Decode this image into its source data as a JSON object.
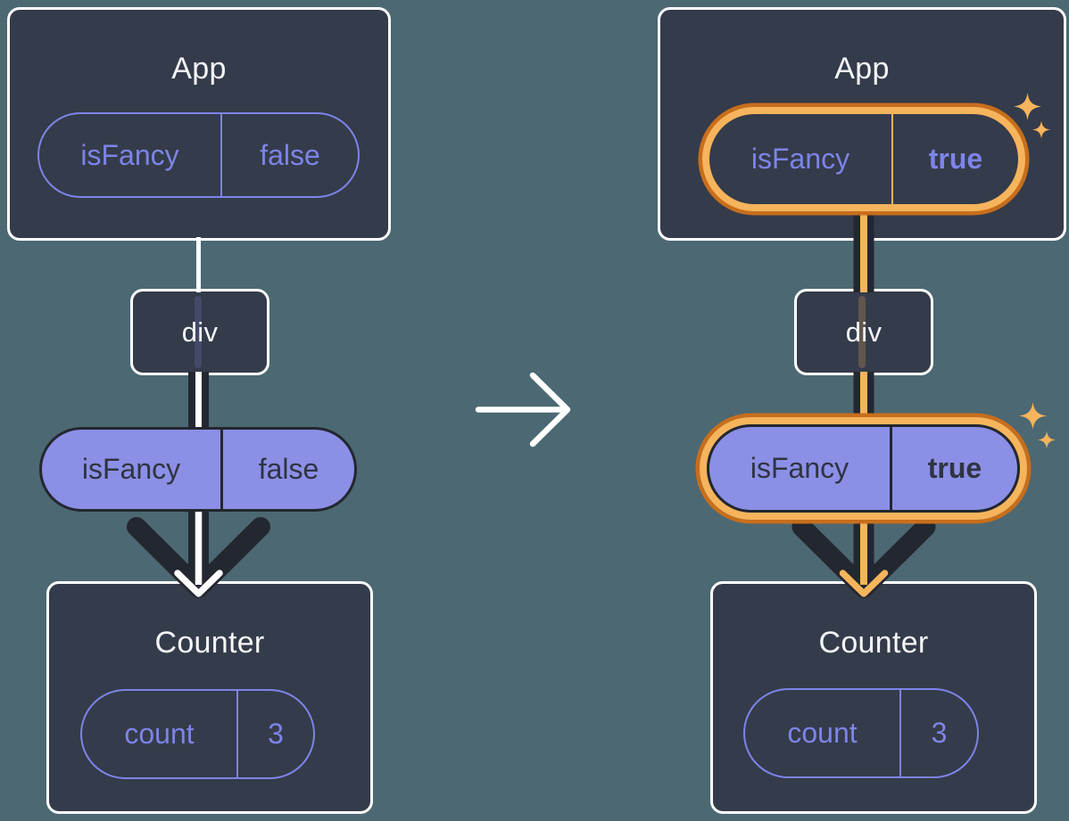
{
  "figure": {
    "kind": "react-prop-passing-diagram",
    "transition_icon": "right-arrow-icon",
    "sparkle_icon": "sparkle-icon"
  },
  "before": {
    "app": {
      "title": "App",
      "pill": {
        "key": "isFancy",
        "value": "false"
      }
    },
    "div": {
      "label": "div"
    },
    "prop": {
      "key": "isFancy",
      "value": "false"
    },
    "counter": {
      "title": "Counter",
      "pill": {
        "key": "count",
        "value": "3"
      }
    }
  },
  "after": {
    "app": {
      "title": "App",
      "pill": {
        "key": "isFancy",
        "value": "true"
      }
    },
    "div": {
      "label": "div"
    },
    "prop": {
      "key": "isFancy",
      "value": "true"
    },
    "counter": {
      "title": "Counter",
      "pill": {
        "key": "count",
        "value": "3"
      }
    }
  },
  "colors": {
    "background": "#4C6872",
    "card_fill": "#343B4A",
    "card_border": "#FFFFFF",
    "purple_outline": "#7D84E8",
    "purple_fill": "#8B8FE6",
    "dark_stroke": "#23272F",
    "dark_text_on_purple": "#2F3440",
    "highlight_orange_outer": "#C76E1C",
    "highlight_orange_inner": "#F6B45C",
    "sparkle": "#F6B45C",
    "arrow_white": "#FFFFFF"
  }
}
